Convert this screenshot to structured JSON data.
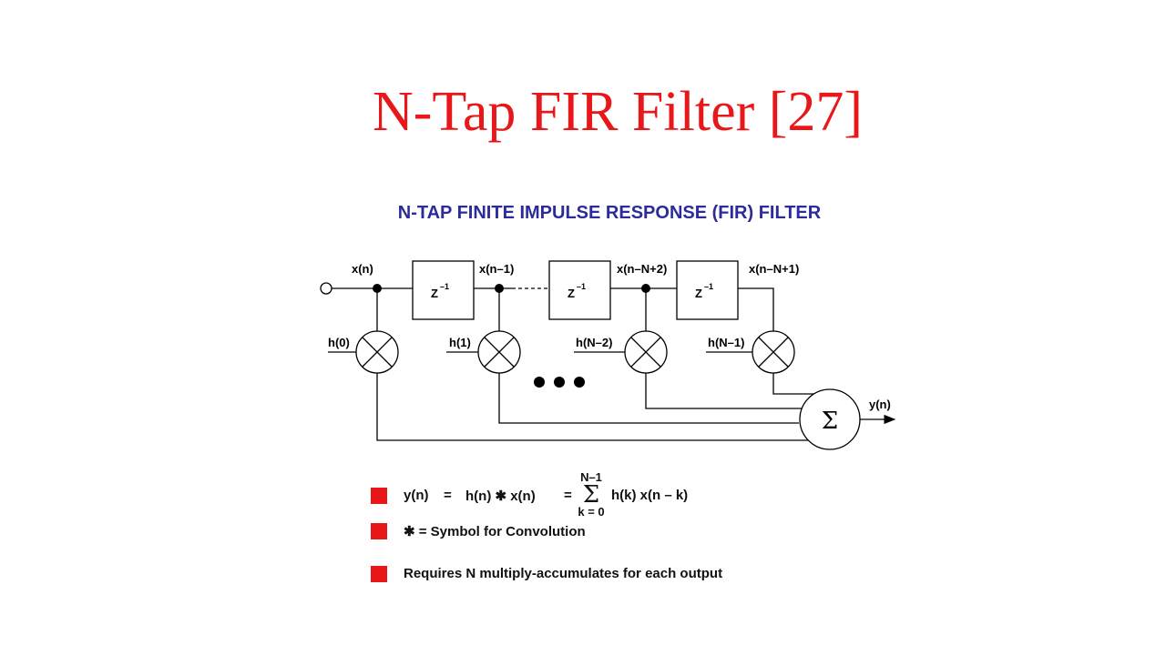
{
  "slide_title": "N-Tap FIR Filter [27]",
  "diagram": {
    "heading": "N-TAP FINITE IMPULSE RESPONSE (FIR) FILTER",
    "delay_label": "Z",
    "delay_exp": "–1",
    "signal_labels": [
      "x(n)",
      "x(n–1)",
      "x(n–N+2)",
      "x(n–N+1)"
    ],
    "coefficient_labels": [
      "h(0)",
      "h(1)",
      "h(N–2)",
      "h(N–1)"
    ],
    "sum_symbol": "Σ",
    "output_label": "y(n)"
  },
  "bullets": {
    "equation": {
      "lhs": "y(n)",
      "eq1": "=",
      "conv": "h(n) ✱ x(n)",
      "eq2": "=",
      "sum_upper": "N–1",
      "sum_sign": "Σ",
      "sum_lower": "k = 0",
      "term": "h(k) x(n – k)"
    },
    "convolution_note": "✱ = Symbol for Convolution",
    "requirement_note": "Requires  N  multiply-accumulates for each output"
  },
  "colors": {
    "title": "#e8181a",
    "heading": "#2b2b9b",
    "bullet": "#e8181a"
  }
}
